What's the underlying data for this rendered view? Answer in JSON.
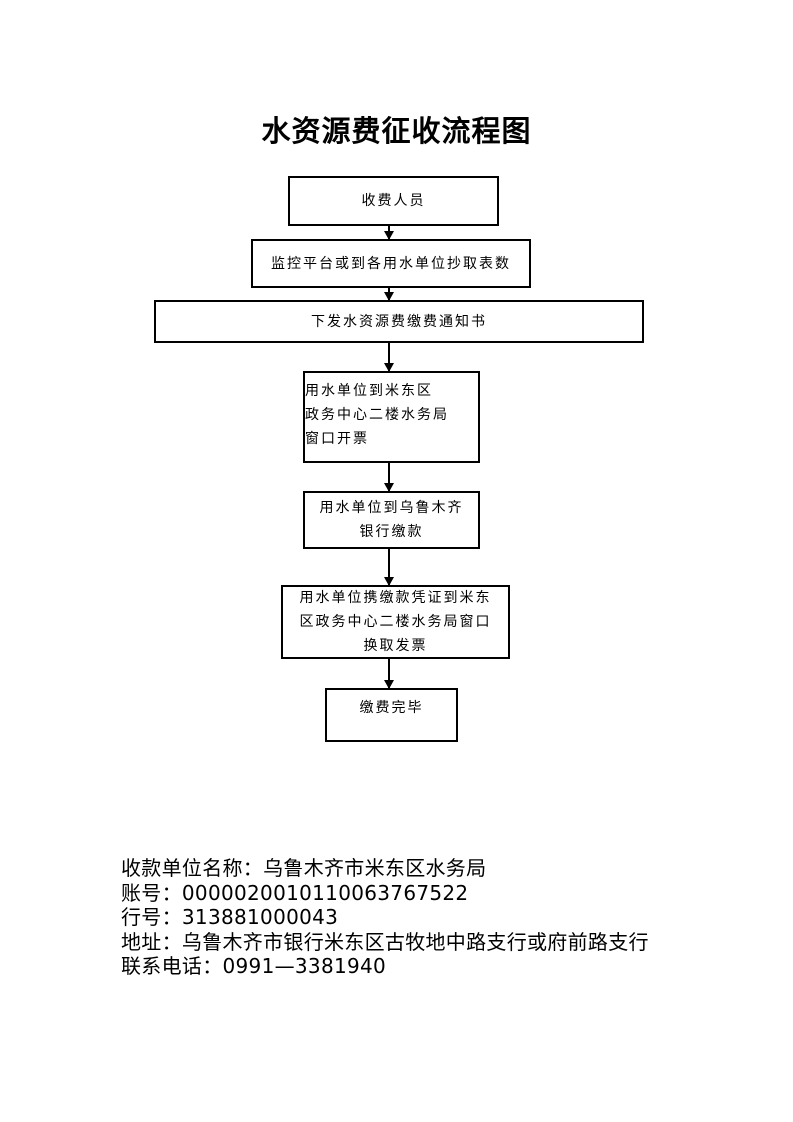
{
  "title": "水资源费征收流程图",
  "steps": [
    {
      "lines": [
        "收费人员"
      ]
    },
    {
      "lines": [
        "监控平台或到各用水单位抄取表数"
      ]
    },
    {
      "lines": [
        "下发水资源费缴费通知书"
      ]
    },
    {
      "lines": [
        "用水单位到米东区",
        "政务中心二楼水务局",
        "窗口开票"
      ]
    },
    {
      "lines": [
        "用水单位到乌鲁木齐",
        "银行缴款"
      ]
    },
    {
      "lines": [
        "用水单位携缴款凭证到米东",
        "区政务中心二楼水务局窗口",
        "换取发票"
      ]
    },
    {
      "lines": [
        "缴费完毕"
      ]
    }
  ],
  "info": {
    "payee": "收款单位名称：乌鲁木齐市米东区水务局",
    "account": "账号：0000020010110063767522",
    "bank_no": "行号：313881000043",
    "address": "地址：乌鲁木齐市银行米东区古牧地中路支行或府前路支行",
    "phone": "联系电话：0991—3381940"
  }
}
